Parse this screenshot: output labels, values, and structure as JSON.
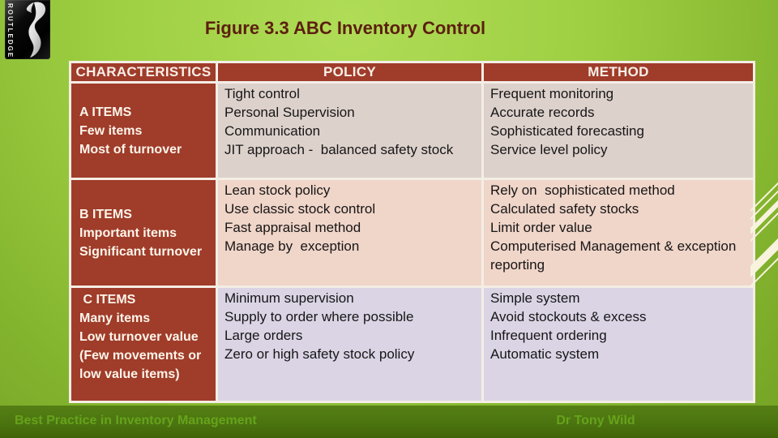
{
  "slide": {
    "title": "Figure 3.3 ABC Inventory Control",
    "logo_text": "ROUTLEDGE",
    "footer_left": "Best Practice in Inventory Management",
    "footer_right": "Dr Tony Wild"
  },
  "table": {
    "headers": [
      "CHARACTERISTICS",
      "POLICY",
      "METHOD"
    ],
    "rows": [
      {
        "characteristics": [
          "A ITEMS",
          "Few items",
          "Most of turnover"
        ],
        "policy": [
          "Tight control",
          "Personal Supervision",
          "Communication",
          "JIT approach -  balanced safety stock"
        ],
        "method": [
          "Frequent monitoring",
          "Accurate records",
          "Sophisticated forecasting",
          "Service level policy"
        ]
      },
      {
        "characteristics": [
          "B ITEMS",
          "Important items",
          "Significant turnover"
        ],
        "policy": [
          "Lean stock policy",
          "Use classic stock control",
          "Fast appraisal method",
          "Manage by  exception"
        ],
        "method": [
          "Rely on  sophisticated method",
          "Calculated safety stocks",
          "Limit order value",
          "Computerised Management & exception reporting"
        ]
      },
      {
        "characteristics": [
          " C ITEMS",
          "Many items",
          "Low turnover value",
          "(Few movements or low value items)"
        ],
        "policy": [
          "Minimum supervision",
          "Supply to order where possible",
          "Large orders",
          "Zero or high safety stock policy"
        ],
        "method": [
          "Simple system",
          "Avoid stockouts & excess",
          "Infrequent ordering",
          "Automatic system"
        ]
      }
    ]
  },
  "colors": {
    "accent_red": "#a03c2a",
    "title_color": "#5c1e0e",
    "row1_bg": "#ddd1cc",
    "row2_bg": "#f0d5c9",
    "row3_bg": "#dbd4e5",
    "slide_green": "#8fbf36",
    "footer_green": "#4b740f",
    "footer_text": "#66a31c",
    "border_cream": "#f4eee5"
  }
}
